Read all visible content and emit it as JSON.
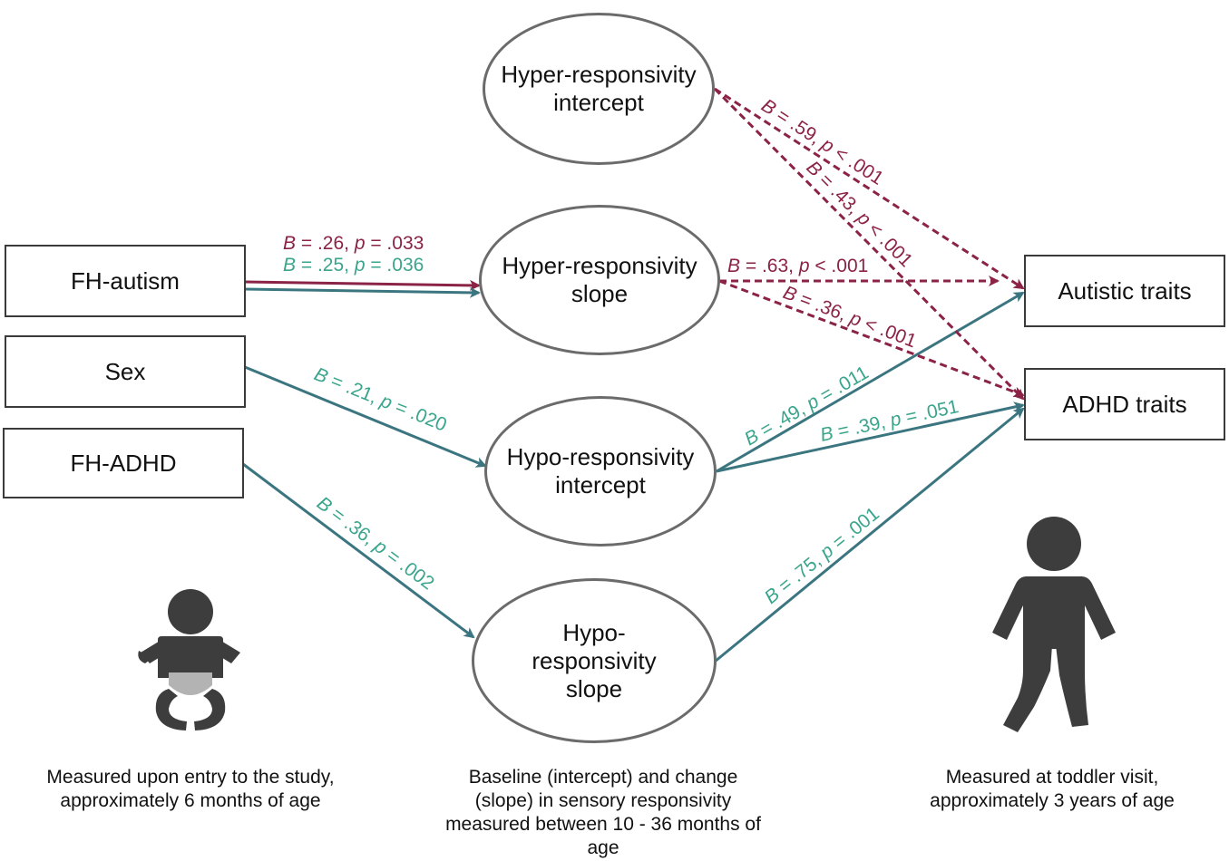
{
  "boxes": {
    "fh_autism": "FH-autism",
    "sex": "Sex",
    "fh_adhd": "FH-ADHD",
    "autistic": "Autistic traits",
    "adhd": "ADHD traits"
  },
  "ellipses": {
    "hyper_intercept": [
      "Hyper-responsivity",
      "intercept"
    ],
    "hyper_slope": [
      "Hyper-responsivity",
      "slope"
    ],
    "hypo_intercept": [
      "Hypo-responsivity",
      "intercept"
    ],
    "hypo_slope": [
      "Hypo-",
      "responsivity",
      "slope"
    ]
  },
  "edge_labels": {
    "fh_autism_hyper_slope_maroon": {
      "b": "B",
      "v": " =  .26, ",
      "p": "p",
      "pv": " = .033"
    },
    "fh_autism_hyper_slope_teal": {
      "b": "B",
      "v": " =  .25, ",
      "p": "p",
      "pv": " = .036"
    },
    "hyper_int_autistic": {
      "b": "B",
      "v": " = .59, ",
      "p": "p",
      "pv": " < .001"
    },
    "hyper_int_adhd": {
      "b": "B",
      "v": " = .43, ",
      "p": "p",
      "pv": " < .001"
    },
    "hyper_slope_autistic": {
      "b": "B",
      "v": " =  .63, ",
      "p": "p",
      "pv": " < .001"
    },
    "hyper_slope_adhd": {
      "b": "B",
      "v": " = .36, ",
      "p": "p",
      "pv": " < .001"
    },
    "sex_hypo_int": {
      "b": "B",
      "v": " = .21, ",
      "p": "p",
      "pv": " = .020"
    },
    "fh_adhd_hypo_slope": {
      "b": "B",
      "v": " = .36, ",
      "p": "p",
      "pv": " = .002"
    },
    "hypo_int_autistic": {
      "b": "B",
      "v": " = .49, ",
      "p": "p",
      "pv": " = .011"
    },
    "hypo_int_adhd": {
      "b": "B",
      "v": " =  .39, ",
      "p": "p",
      "pv": " = .051"
    },
    "hypo_slope_adhd": {
      "b": "B",
      "v": " = .75, ",
      "p": "p",
      "pv": " = .001"
    }
  },
  "captions": {
    "left": [
      "Measured upon entry to the study,",
      "approximately 6 months of age"
    ],
    "middle": [
      "Baseline (intercept) and change",
      "(slope) in sensory responsivity",
      "measured between 10 - 36 months of",
      "age"
    ],
    "right": [
      "Measured at toddler visit,",
      "approximately 3 years of age"
    ]
  },
  "colors": {
    "maroon": "#8b2346",
    "teal": "#3aa58c",
    "teal_line": "#3b7680",
    "ellipse_border": "#6b6b6b",
    "icon": "#3d3d3d",
    "diaper": "#b3b3b3"
  },
  "icons": {
    "baby": "baby-icon",
    "toddler": "toddler-icon"
  }
}
